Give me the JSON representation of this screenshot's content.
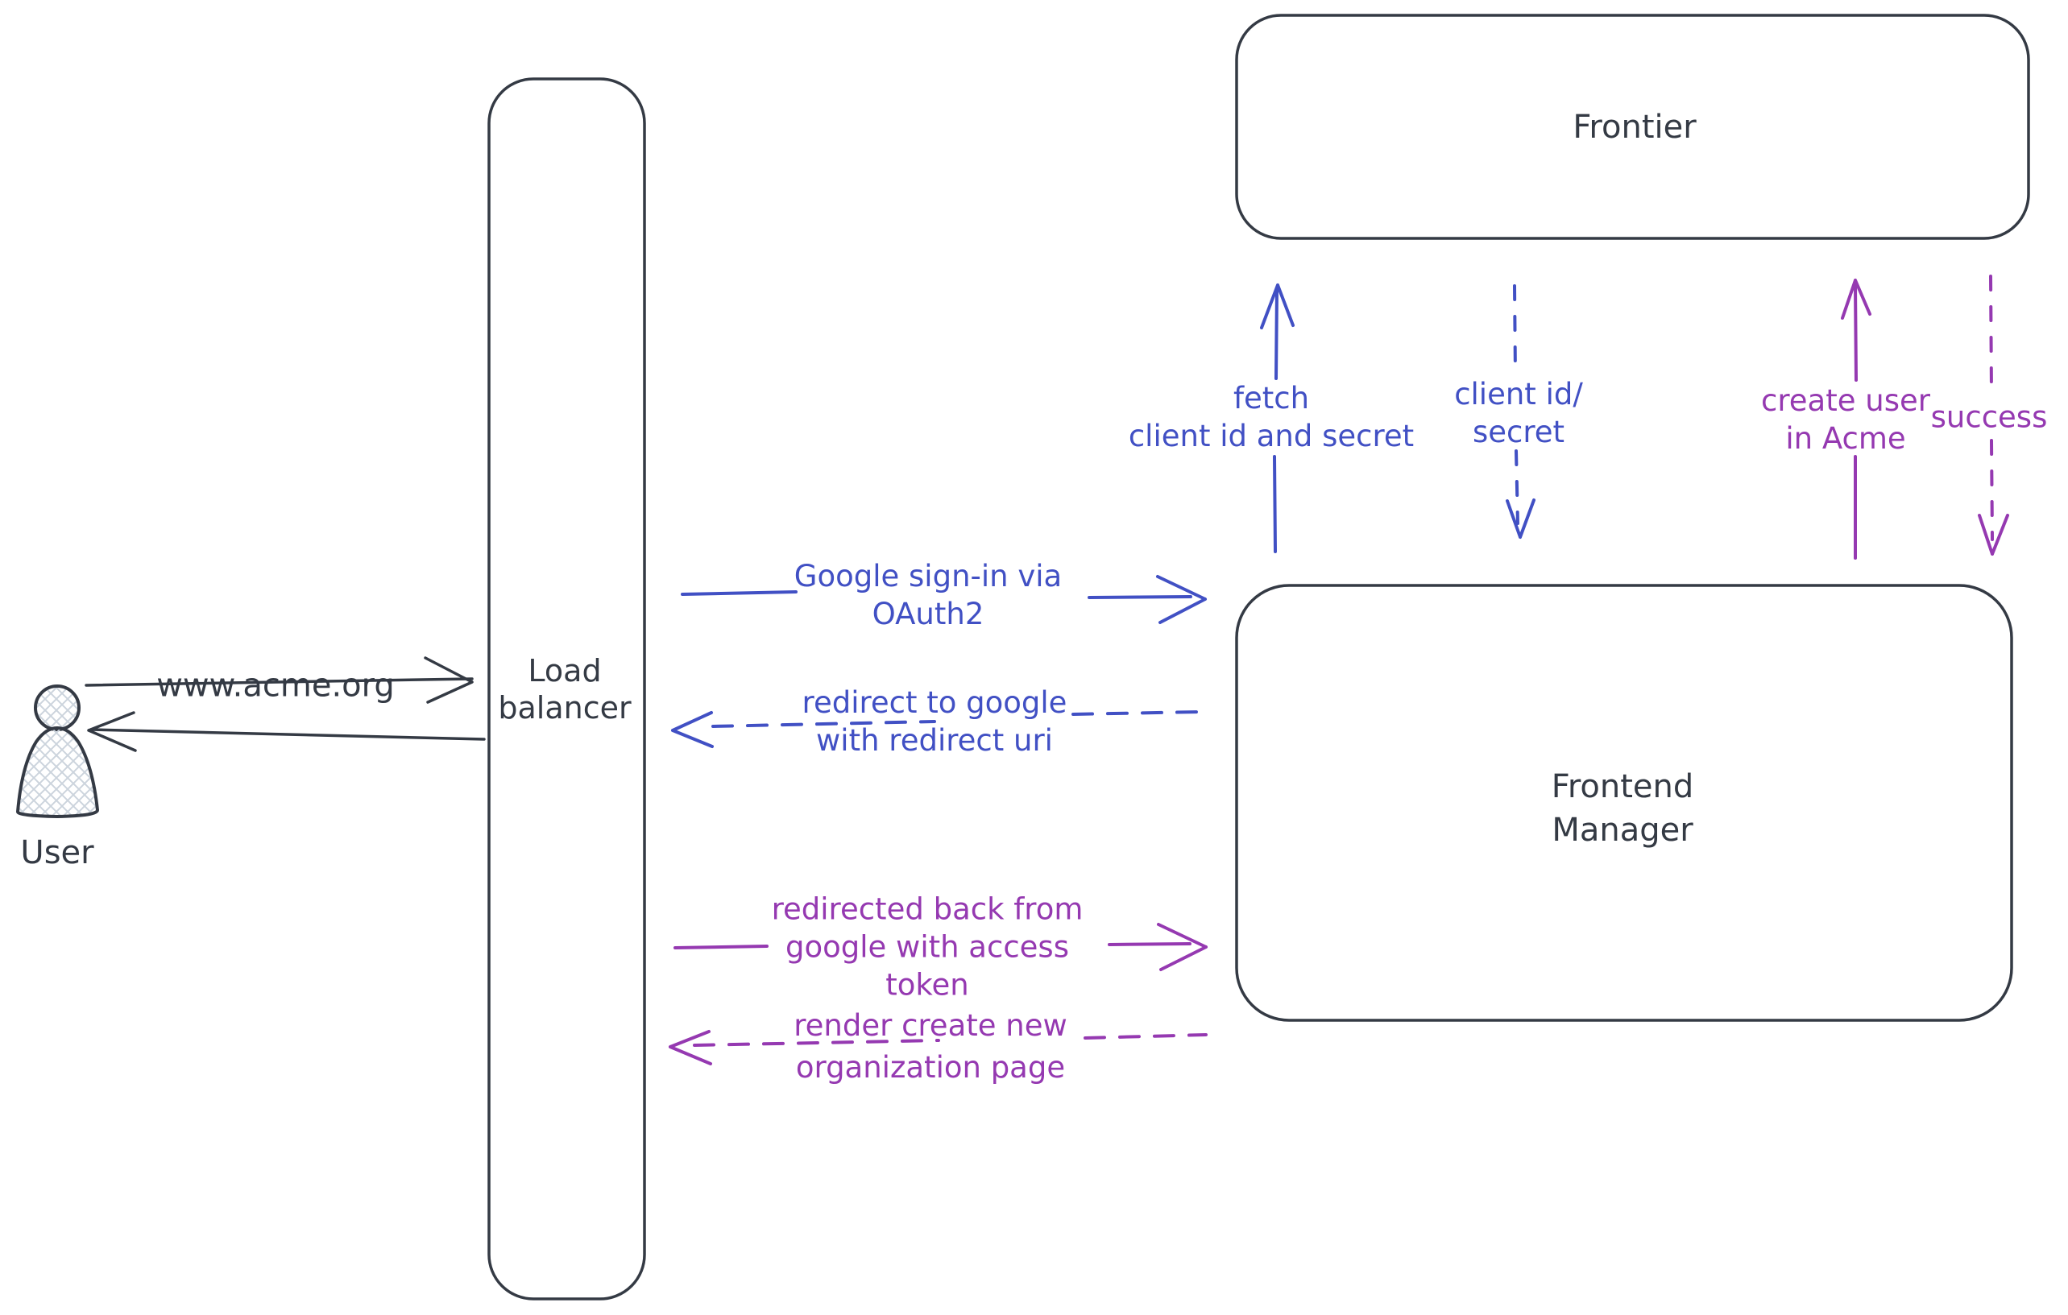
{
  "colors": {
    "ink": "#343a44",
    "blue": "#4150c4",
    "purple": "#9539b1",
    "hatch": "#ccd4dd",
    "background": "#ffffff"
  },
  "nodes": {
    "user": {
      "label": "User"
    },
    "load_balancer": {
      "label": "Load\nbalancer"
    },
    "frontier": {
      "label": "Frontier"
    },
    "frontend_manager": {
      "label": "Frontend\nManager"
    }
  },
  "edges": {
    "user_to_lb": {
      "label": "www.acme.org",
      "style": "solid",
      "color": "ink",
      "direction": "right"
    },
    "lb_to_user": {
      "label": "",
      "style": "solid",
      "color": "ink",
      "direction": "left"
    },
    "google_signin": {
      "label": "Google sign-in via\nOAuth2",
      "style": "solid",
      "color": "blue",
      "direction": "right"
    },
    "redirect_google": {
      "label": "redirect to google\nwith redirect uri",
      "style": "dashed",
      "color": "blue",
      "direction": "left"
    },
    "fetch_client": {
      "label": "fetch\nclient id and secret",
      "style": "solid",
      "color": "blue",
      "direction": "up"
    },
    "client_id_secret": {
      "label": "client id/\nsecret",
      "style": "dashed",
      "color": "blue",
      "direction": "down"
    },
    "create_user": {
      "label": "create user\nin Acme",
      "style": "solid",
      "color": "purple",
      "direction": "up"
    },
    "success": {
      "label": "success",
      "style": "dashed",
      "color": "purple",
      "direction": "down"
    },
    "redirected_back": {
      "label": "redirected back from\ngoogle with access\ntoken",
      "style": "solid",
      "color": "purple",
      "direction": "right"
    },
    "render_org_page": {
      "label": "render create new\norganization page",
      "style": "dashed",
      "color": "purple",
      "direction": "left"
    }
  }
}
